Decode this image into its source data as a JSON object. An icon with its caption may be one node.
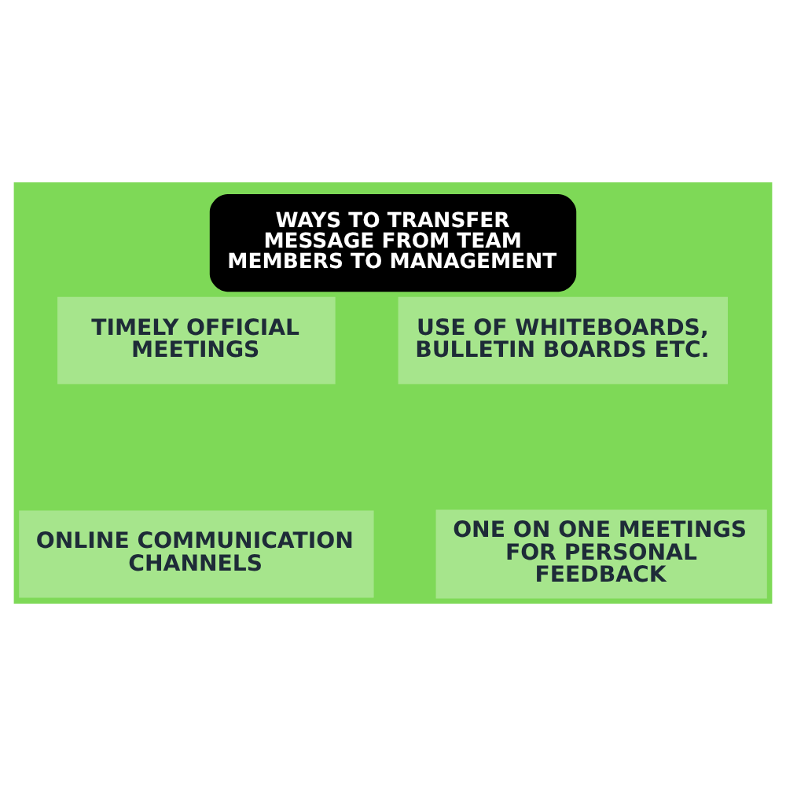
{
  "diagram": {
    "title": "WAYS TO TRANSFER MESSAGE FROM TEAM MEMBERS TO MANAGEMENT",
    "nodes": [
      {
        "text": [
          "TIMELY OFFICIAL MEETINGS"
        ]
      },
      {
        "text": [
          "USE OF WHITEBOARDS, BULLETIN BOARDS ETC."
        ]
      },
      {
        "text": [
          "ONLINE COMMUNICATION CHANNELS"
        ]
      },
      {
        "text": [
          "ONE ON ONE MEETINGS FOR PERSONAL FEEDBACK"
        ]
      }
    ]
  }
}
